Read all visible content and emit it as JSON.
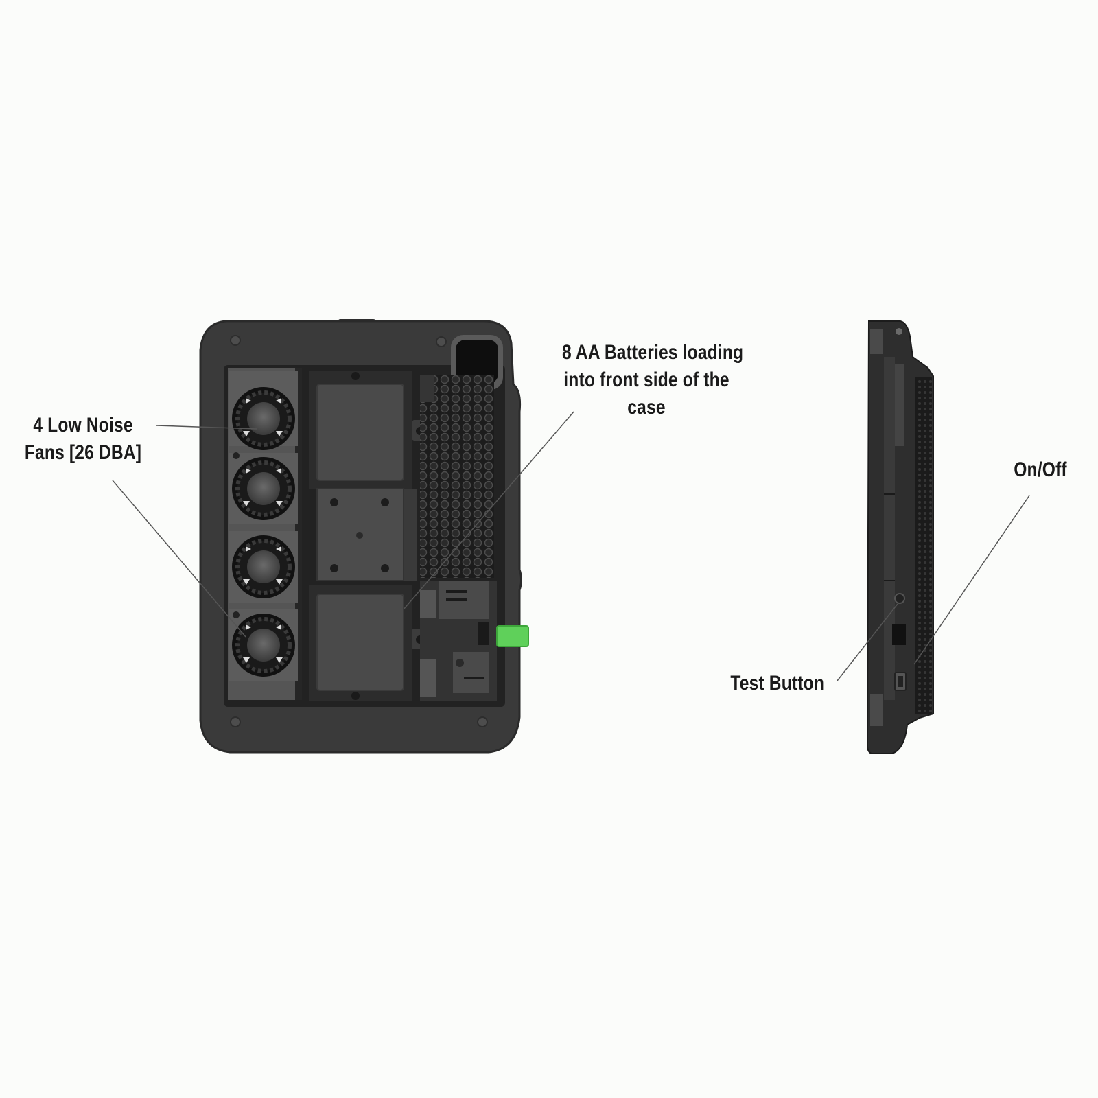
{
  "callouts": {
    "fans": {
      "line1": "4 Low Noise",
      "line2": "Fans [26 DBA]"
    },
    "batteries": {
      "line1": "8 AA Batteries loading",
      "line2": "into front side of the",
      "line3": "case"
    },
    "on_off": {
      "label": "On/Off"
    },
    "test_button": {
      "label": "Test Button"
    }
  },
  "colors": {
    "background": "#fbfcfa",
    "case_body": "#3b3b3b",
    "case_dark": "#1e1e1e",
    "case_panel": "#4a4a4a",
    "indicator_green": "#5fd05a",
    "leader_line": "#555555"
  }
}
